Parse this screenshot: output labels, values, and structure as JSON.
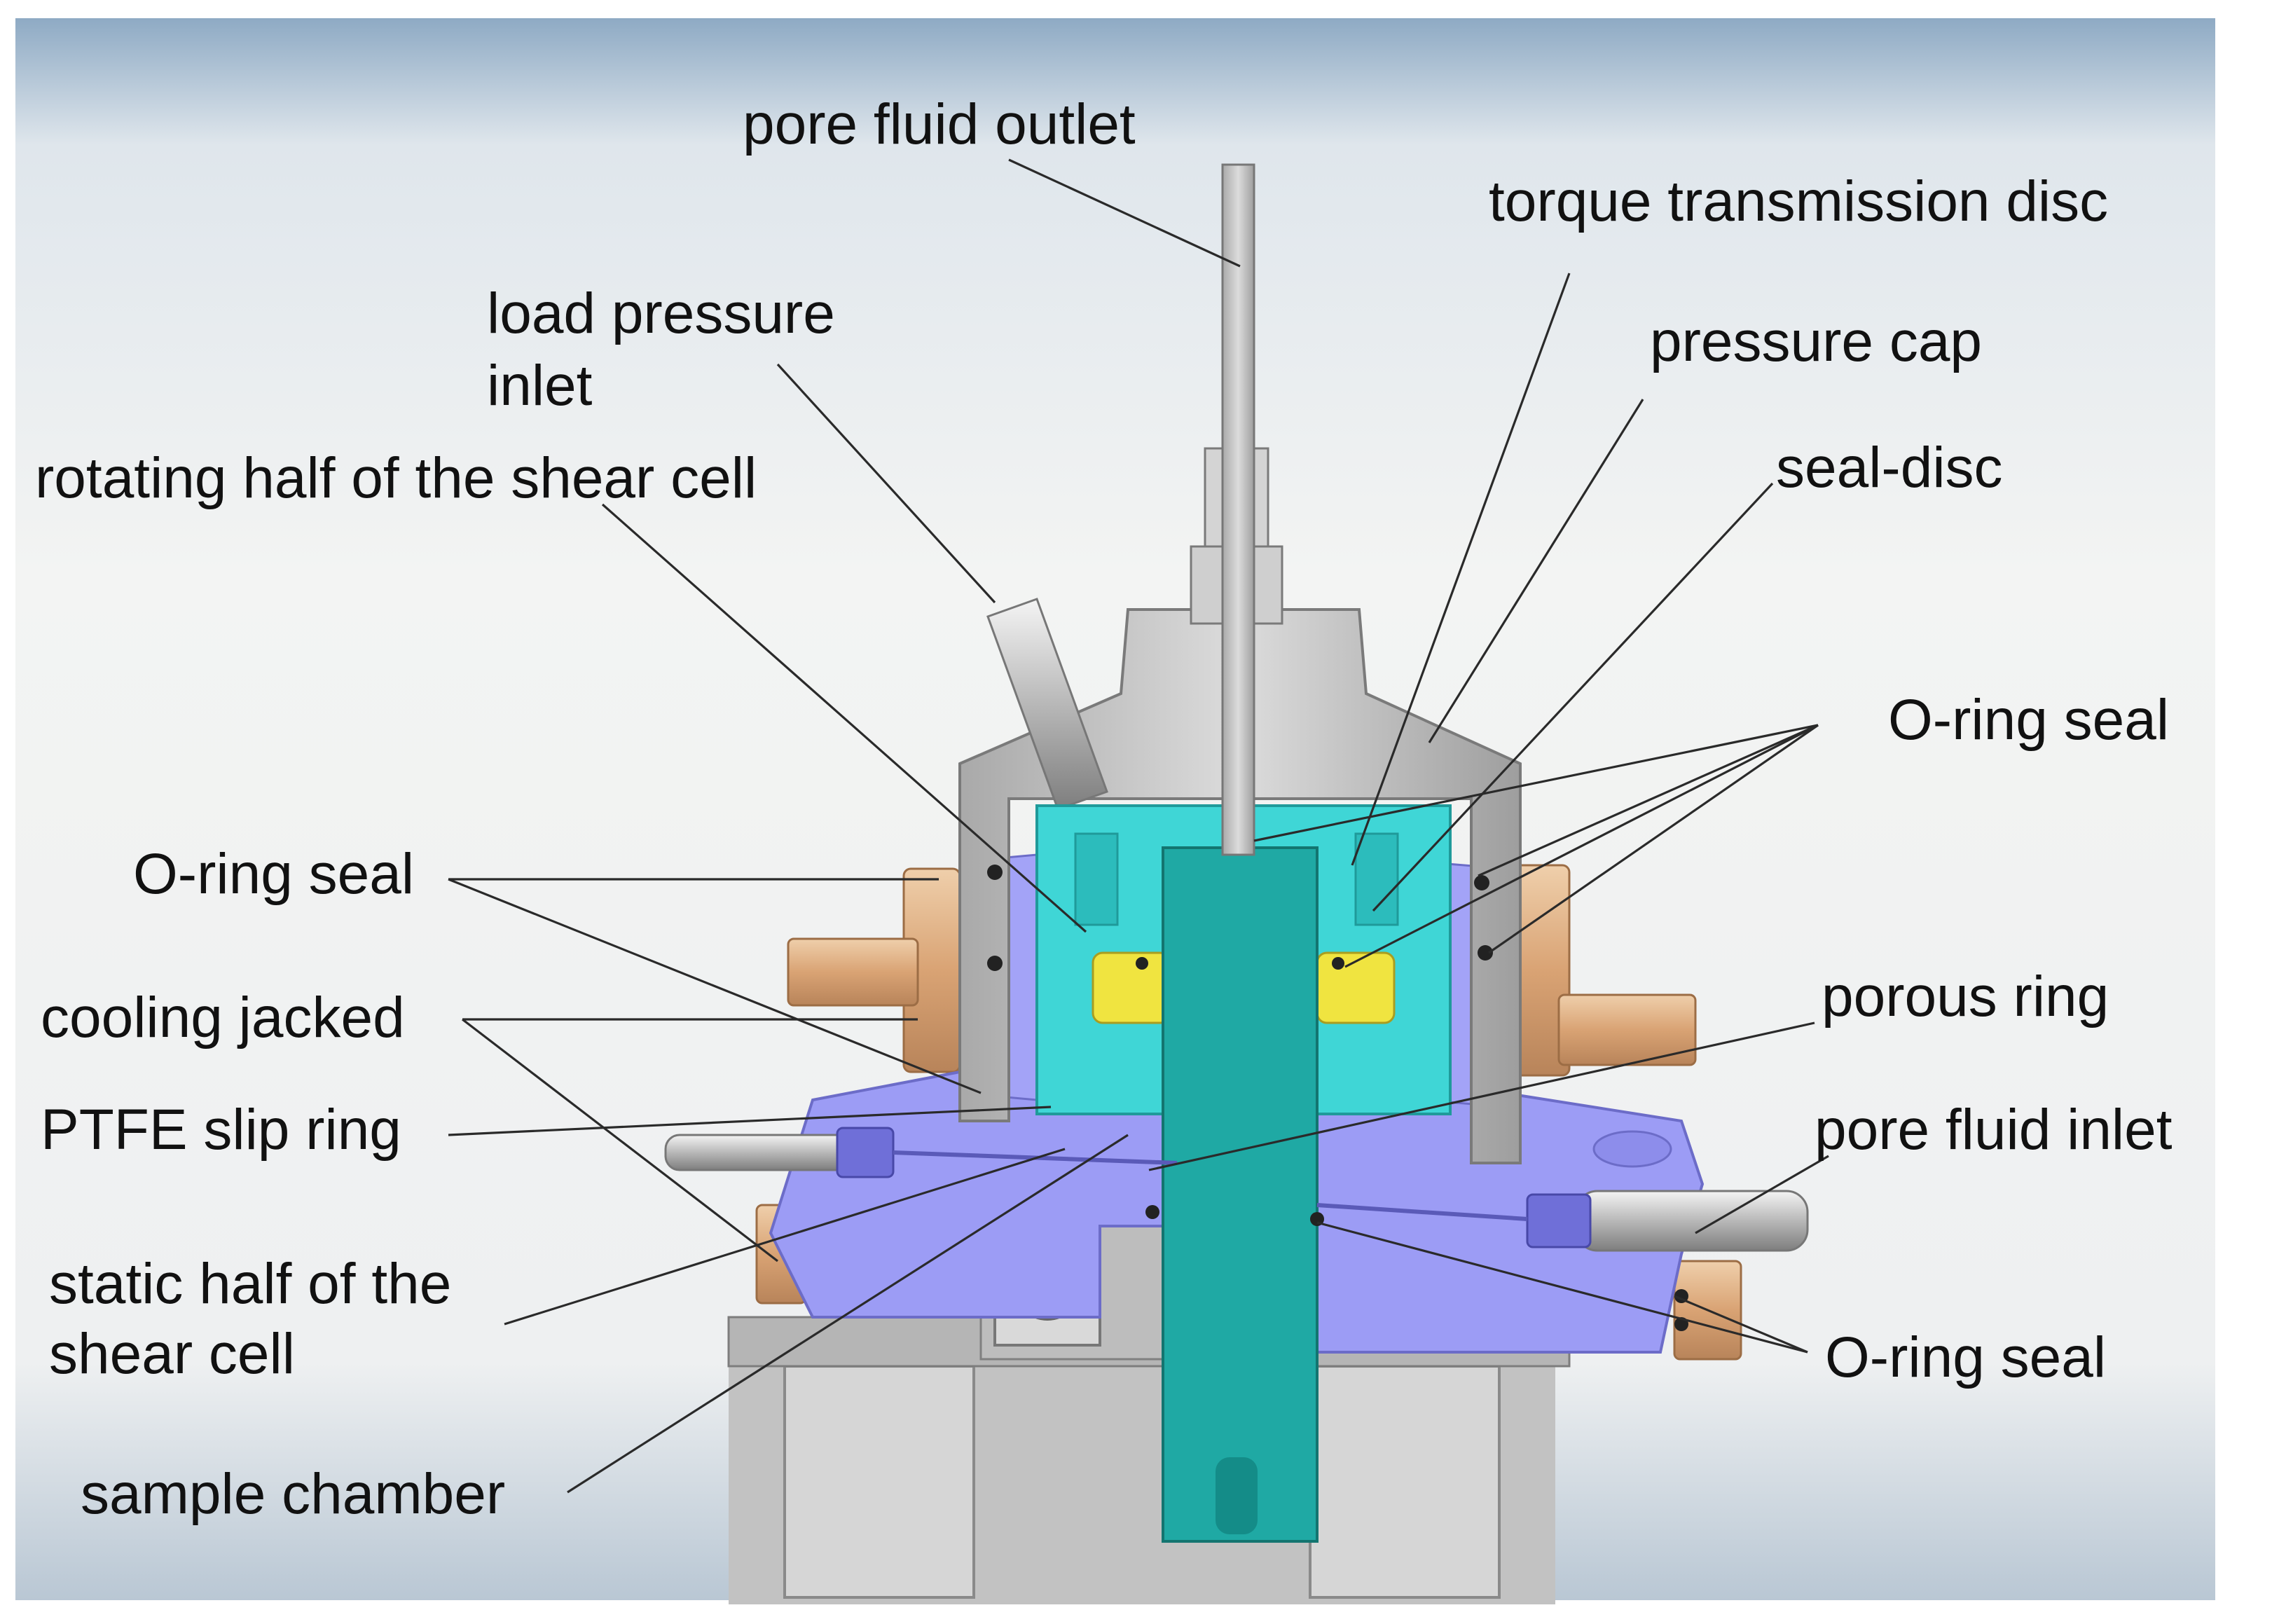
{
  "figure": {
    "labels": {
      "pore_fluid_outlet": "pore fluid outlet",
      "torque_transmission_disc": "torque transmission disc",
      "load_pressure_inlet_1": "load pressure",
      "load_pressure_inlet_2": "inlet",
      "pressure_cap": "pressure cap",
      "rotating_half": "rotating half of the shear cell",
      "seal_disc": "seal-disc",
      "o_ring_seal_right_top": "O-ring seal",
      "o_ring_seal_left": "O-ring seal",
      "cooling_jacked": "cooling jacked",
      "porous_ring": "porous ring",
      "ptfe_slip_ring": "PTFE slip ring",
      "pore_fluid_inlet": "pore fluid inlet",
      "static_half_1": "static half of the",
      "static_half_2": "shear cell",
      "o_ring_seal_right_bottom": "O-ring seal",
      "sample_chamber": "sample chamber"
    },
    "colors": {
      "steel": "#c9c9c9",
      "steel_dark": "#8f8f8f",
      "rotating_half": "#3fd6d6",
      "shaft": "#1fa9a4",
      "static_half": "#9c9cf5",
      "cooling_jacket": "#e0b48a",
      "porous_ring": "#f0e440",
      "background_top": "#8eaac4",
      "background_mid": "#f1f3f4"
    }
  }
}
